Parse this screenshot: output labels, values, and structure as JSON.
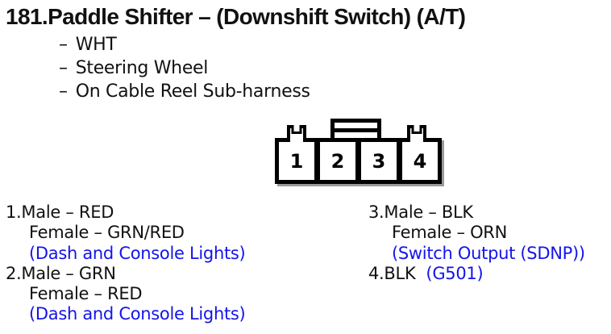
{
  "page": {
    "title": "181.Paddle Shifter – (Downshift Switch) (A/T)",
    "dash": "–"
  },
  "notes": [
    "WHT",
    "Steering Wheel",
    "On Cable Reel Sub-harness"
  ],
  "connector": {
    "pins": [
      "1",
      "2",
      "3",
      "4"
    ]
  },
  "pinout": {
    "left": [
      {
        "line1": "1.Male – RED",
        "line2": "Female – GRN/RED",
        "line3": "(Dash and Console Lights)"
      },
      {
        "line1": "2.Male – GRN",
        "line2": "Female – RED",
        "line3": "(Dash and Console Lights)"
      }
    ],
    "right": [
      {
        "line1": "3.Male – BLK",
        "line2": "Female – ORN",
        "line3": "(Switch Output (SDNP))"
      },
      {
        "label": "4.BLK",
        "ref": "(G501)"
      }
    ]
  },
  "colors": {
    "text_black": "#111111",
    "function_blue": "#1414eb",
    "connector_outline": "#000000",
    "connector_shadow": "#9a9a9a",
    "background": "#ffffff"
  }
}
